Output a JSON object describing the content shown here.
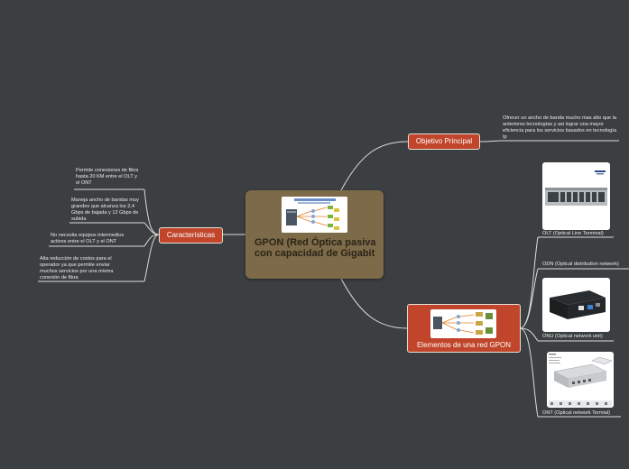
{
  "central": {
    "title": "GPON (Red Óptica pasiva con capacidad de Gigabit",
    "image_icon": "gpon-diagram-thumbnail"
  },
  "branches": {
    "objetivo": {
      "label": "Objetivo Principal",
      "note": "Ofrecer un ancho de banda mucho mas alto que la anteriores tecnologías y asi lograr una mayor eficiencia para los servicios basados en tecnología Ip"
    },
    "caracteristicas": {
      "label": "Características",
      "notes": [
        "Permite conexiones de fibra hasta 20 KM entre el OLT y el ONT",
        "Maneja ancho de bandas muy grandes que alcanza los 2,4 Gbps de bajada y 12 Gbps de subida",
        "No necesita equipos intermedios activos entre el OLT y el ONT",
        "Alta reducción de costos para el operador ya que permite enviar muchos servicios por una misma conexión de fibra"
      ]
    },
    "elementos": {
      "label": "Elementos de una red GPON",
      "items": [
        {
          "caption": "OLT (Optical Line Terminal)",
          "icon": "olt-device-image"
        },
        {
          "caption": "ODN (Optical distribution network)"
        },
        {
          "caption": "ONU (Optical network unit)",
          "icon": "onu-device-image"
        },
        {
          "caption": "ONT (Optical network Termial)",
          "icon": "ont-device-image"
        }
      ]
    }
  },
  "colors": {
    "background": "#3b3f41",
    "central": "#7d6a48",
    "branch": "#c0452a",
    "line": "#d8dcd8"
  }
}
